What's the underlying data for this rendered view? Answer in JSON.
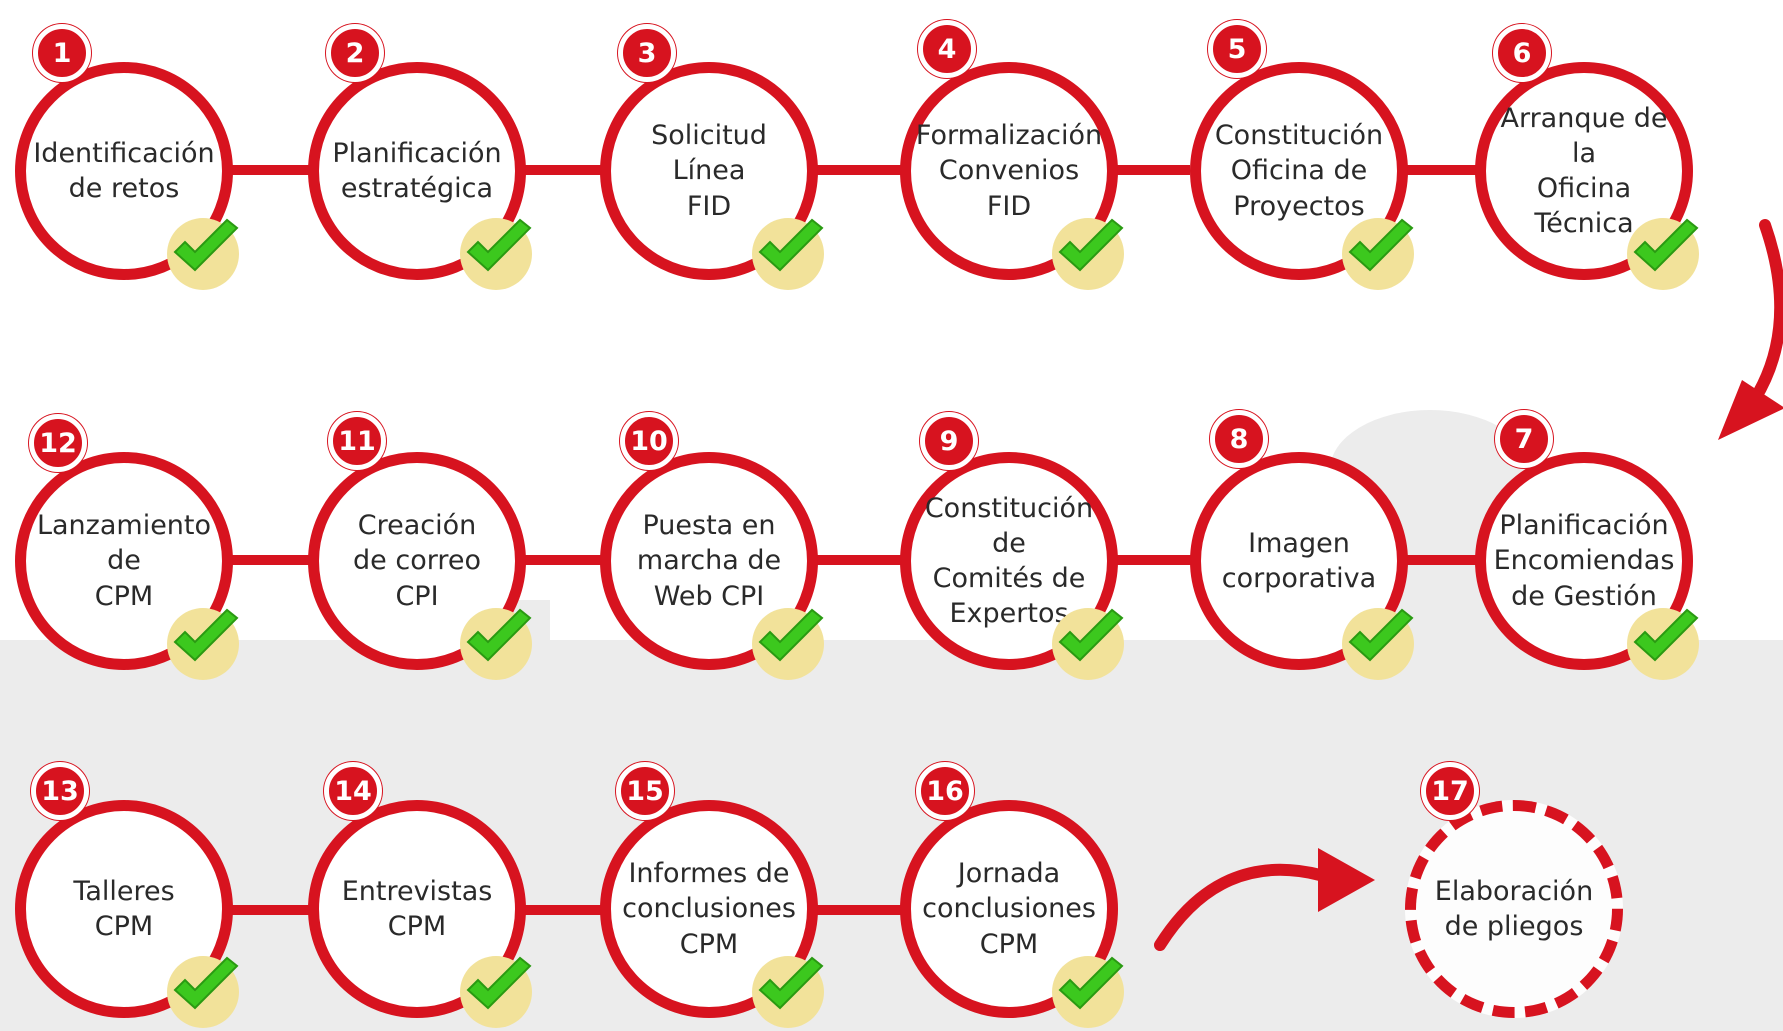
{
  "steps": [
    {
      "number": "1",
      "label": "Identificación\nde retos",
      "status": "done"
    },
    {
      "number": "2",
      "label": "Planificación\nestratégica",
      "status": "done"
    },
    {
      "number": "3",
      "label": "Solicitud Línea\nFID",
      "status": "done"
    },
    {
      "number": "4",
      "label": "Formalización\nConvenios FID",
      "status": "done"
    },
    {
      "number": "5",
      "label": "Constitución\nOficina de\nProyectos",
      "status": "done"
    },
    {
      "number": "6",
      "label": "Arranque de la\nOficina Técnica",
      "status": "done"
    },
    {
      "number": "7",
      "label": "Planificación\nEncomiendas\nde Gestión",
      "status": "done"
    },
    {
      "number": "8",
      "label": "Imagen\ncorporativa",
      "status": "done"
    },
    {
      "number": "9",
      "label": "Constitución de\nComités de\nExpertos",
      "status": "done"
    },
    {
      "number": "10",
      "label": "Puesta en\nmarcha de\nWeb CPI",
      "status": "done"
    },
    {
      "number": "11",
      "label": "Creación\nde correo\nCPI",
      "status": "done"
    },
    {
      "number": "12",
      "label": "Lanzamiento de\nCPM",
      "status": "done"
    },
    {
      "number": "13",
      "label": "Talleres\nCPM",
      "status": "done"
    },
    {
      "number": "14",
      "label": "Entrevistas\nCPM",
      "status": "done"
    },
    {
      "number": "15",
      "label": "Informes de\nconclusiones\nCPM",
      "status": "done"
    },
    {
      "number": "16",
      "label": "Jornada\nconclusiones\nCPM",
      "status": "done"
    },
    {
      "number": "17",
      "label": "Elaboración\nde pliegos",
      "status": "pending"
    }
  ],
  "colors": {
    "accent": "#d7131f",
    "text": "#2a2a2a",
    "check_green": "#3cc81e",
    "check_halo": "#f2e29a",
    "background_buildings": "#ececec"
  },
  "icons": {
    "done": "checkmark-icon",
    "number": "number-badge",
    "flow_arrow": "curved-arrow-icon"
  }
}
